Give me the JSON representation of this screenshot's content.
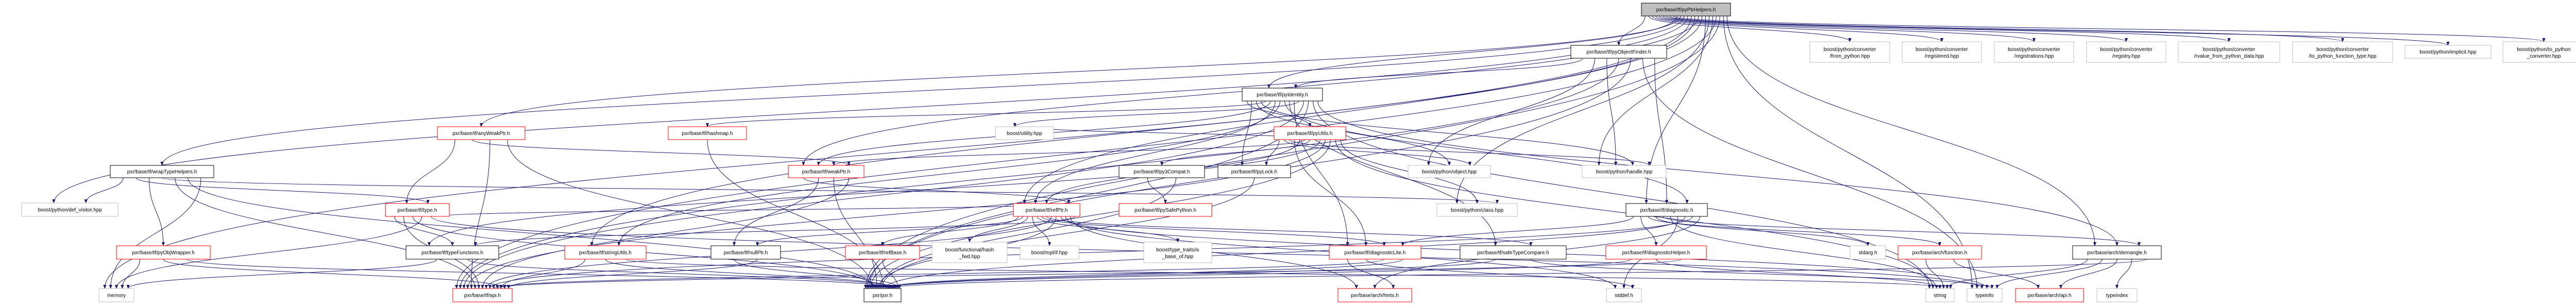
{
  "title": "pxr/base/tf/pyPtrHelpers.h",
  "colors": {
    "edge": "#191970",
    "root_fill": "#bfbfbf",
    "documented_border": "#000000",
    "truncated_border": "#ff0000",
    "external_border": "#bfbfbf"
  },
  "nodes": [
    {
      "id": "root",
      "lines": [
        "pxr/base/tf/pyPtrHelpers.h"
      ],
      "style": "root"
    },
    {
      "id": "pyObjectFinder",
      "lines": [
        "pxr/base/tf/pyObjectFinder.h"
      ],
      "style": "black"
    },
    {
      "id": "cv_from",
      "lines": [
        "boost/python/converter",
        "/from_python.hpp"
      ],
      "style": "gray"
    },
    {
      "id": "cv_registered",
      "lines": [
        "boost/python/converter",
        "/registered.hpp"
      ],
      "style": "gray"
    },
    {
      "id": "cv_registrations",
      "lines": [
        "boost/python/converter",
        "/registrations.hpp"
      ],
      "style": "gray"
    },
    {
      "id": "cv_registry",
      "lines": [
        "boost/python/converter",
        "/registry.hpp"
      ],
      "style": "gray"
    },
    {
      "id": "cv_rvalue",
      "lines": [
        "boost/python/converter",
        "/rvalue_from_python_data.hpp"
      ],
      "style": "gray"
    },
    {
      "id": "cv_topyfn",
      "lines": [
        "boost/python/converter",
        "/to_python_function_type.hpp"
      ],
      "style": "gray"
    },
    {
      "id": "implicit",
      "lines": [
        "boost/python/implicit.hpp"
      ],
      "style": "gray"
    },
    {
      "id": "to_python_converter",
      "lines": [
        "boost/python/to_python",
        "_converter.hpp"
      ],
      "style": "gray"
    },
    {
      "id": "pyIdentity",
      "lines": [
        "pxr/base/tf/pyIdentity.h"
      ],
      "style": "black"
    },
    {
      "id": "anyWeakPtr",
      "lines": [
        "pxr/base/tf/anyWeakPtr.h"
      ],
      "style": "red"
    },
    {
      "id": "hashmap",
      "lines": [
        "pxr/base/tf/hashmap.h"
      ],
      "style": "red"
    },
    {
      "id": "utility",
      "lines": [
        "boost/utility.hpp"
      ],
      "style": "gray"
    },
    {
      "id": "pyUtils",
      "lines": [
        "pxr/base/tf/pyUtils.h"
      ],
      "style": "red"
    },
    {
      "id": "wrapTypeHelpers",
      "lines": [
        "pxr/base/tf/wrapTypeHelpers.h"
      ],
      "style": "black"
    },
    {
      "id": "weakPtr",
      "lines": [
        "pxr/base/tf/weakPtr.h"
      ],
      "style": "red"
    },
    {
      "id": "py3Compat",
      "lines": [
        "pxr/base/tf/py3Compat.h"
      ],
      "style": "black"
    },
    {
      "id": "pyLock",
      "lines": [
        "pxr/base/tf/pyLock.h"
      ],
      "style": "black"
    },
    {
      "id": "object",
      "lines": [
        "boost/python/object.hpp"
      ],
      "style": "gray"
    },
    {
      "id": "handle",
      "lines": [
        "boost/python/handle.hpp"
      ],
      "style": "gray"
    },
    {
      "id": "def_visitor",
      "lines": [
        "boost/python/def_visitor.hpp"
      ],
      "style": "gray"
    },
    {
      "id": "type",
      "lines": [
        "pxr/base/tf/type.h"
      ],
      "style": "red"
    },
    {
      "id": "refPtr",
      "lines": [
        "pxr/base/tf/refPtr.h"
      ],
      "style": "red"
    },
    {
      "id": "pySafePython",
      "lines": [
        "pxr/base/tf/pySafePython.h"
      ],
      "style": "red"
    },
    {
      "id": "class",
      "lines": [
        "boost/python/class.hpp"
      ],
      "style": "gray"
    },
    {
      "id": "diagnostic",
      "lines": [
        "pxr/base/tf/diagnostic.h"
      ],
      "style": "black"
    },
    {
      "id": "pyObjWrapper",
      "lines": [
        "pxr/base/tf/pyObjWrapper.h"
      ],
      "style": "red"
    },
    {
      "id": "typeFunctions",
      "lines": [
        "pxr/base/tf/typeFunctions.h"
      ],
      "style": "black"
    },
    {
      "id": "stringUtils",
      "lines": [
        "pxr/base/tf/stringUtils.h"
      ],
      "style": "red"
    },
    {
      "id": "nullPtr",
      "lines": [
        "pxr/base/tf/nullPtr.h"
      ],
      "style": "black"
    },
    {
      "id": "refBase",
      "lines": [
        "pxr/base/tf/refBase.h"
      ],
      "style": "red"
    },
    {
      "id": "hash_fwd",
      "lines": [
        "boost/functional/hash",
        "_fwd.hpp"
      ],
      "style": "gray"
    },
    {
      "id": "mpl_if",
      "lines": [
        "boost/mpl/if.hpp"
      ],
      "style": "gray"
    },
    {
      "id": "is_base_of",
      "lines": [
        "boost/type_traits/is",
        "_base_of.hpp"
      ],
      "style": "gray"
    },
    {
      "id": "diagnosticLite",
      "lines": [
        "pxr/base/tf/diagnosticLite.h"
      ],
      "style": "red"
    },
    {
      "id": "safeTypeCompare",
      "lines": [
        "pxr/base/tf/safeTypeCompare.h"
      ],
      "style": "black"
    },
    {
      "id": "diagnosticHelper",
      "lines": [
        "pxr/base/tf/diagnosticHelper.h"
      ],
      "style": "red"
    },
    {
      "id": "stdarg",
      "lines": [
        "stdarg.h"
      ],
      "style": "gray"
    },
    {
      "id": "function",
      "lines": [
        "pxr/base/arch/function.h"
      ],
      "style": "red"
    },
    {
      "id": "demangle",
      "lines": [
        "pxr/base/arch/demangle.h"
      ],
      "style": "black"
    },
    {
      "id": "memory",
      "lines": [
        "memory"
      ],
      "style": "gray"
    },
    {
      "id": "tf_api",
      "lines": [
        "pxr/base/tf/api.h"
      ],
      "style": "red"
    },
    {
      "id": "pxr",
      "lines": [
        "pxr/pxr.h"
      ],
      "style": "black"
    },
    {
      "id": "hints",
      "lines": [
        "pxr/base/arch/hints.h"
      ],
      "style": "red"
    },
    {
      "id": "stddef",
      "lines": [
        "stddef.h"
      ],
      "style": "gray"
    },
    {
      "id": "string",
      "lines": [
        "string"
      ],
      "style": "gray"
    },
    {
      "id": "typeinfo",
      "lines": [
        "typeinfo"
      ],
      "style": "gray"
    },
    {
      "id": "arch_api",
      "lines": [
        "pxr/base/arch/api.h"
      ],
      "style": "red"
    },
    {
      "id": "typeindex",
      "lines": [
        "typeindex"
      ],
      "style": "gray"
    }
  ],
  "edges": [
    [
      "root",
      "pyObjectFinder"
    ],
    [
      "root",
      "cv_from"
    ],
    [
      "root",
      "cv_registered"
    ],
    [
      "root",
      "cv_registrations"
    ],
    [
      "root",
      "cv_registry"
    ],
    [
      "root",
      "cv_rvalue"
    ],
    [
      "root",
      "cv_topyfn"
    ],
    [
      "root",
      "implicit"
    ],
    [
      "root",
      "to_python_converter"
    ],
    [
      "root",
      "pyIdentity"
    ],
    [
      "root",
      "anyWeakPtr"
    ],
    [
      "root",
      "wrapTypeHelpers"
    ],
    [
      "root",
      "def_visitor"
    ],
    [
      "root",
      "memory"
    ],
    [
      "root",
      "refPtr"
    ],
    [
      "root",
      "weakPtr"
    ],
    [
      "root",
      "stringUtils"
    ],
    [
      "root",
      "diagnostic"
    ],
    [
      "root",
      "class"
    ],
    [
      "root",
      "handle"
    ],
    [
      "root",
      "tf_api"
    ],
    [
      "root",
      "pxr"
    ],
    [
      "root",
      "typeinfo"
    ],
    [
      "root",
      "demangle"
    ],
    [
      "pyObjectFinder",
      "pyIdentity"
    ],
    [
      "pyObjectFinder",
      "object"
    ],
    [
      "pyObjectFinder",
      "handle"
    ],
    [
      "pyObjectFinder",
      "tf_api"
    ],
    [
      "pyObjectFinder",
      "pxr"
    ],
    [
      "pyObjectFinder",
      "typeinfo"
    ],
    [
      "pyObjectFinder",
      "diagnostic"
    ],
    [
      "pyIdentity",
      "pyUtils"
    ],
    [
      "pyIdentity",
      "pyLock"
    ],
    [
      "pyIdentity",
      "object"
    ],
    [
      "pyIdentity",
      "handle"
    ],
    [
      "pyIdentity",
      "hashmap"
    ],
    [
      "pyIdentity",
      "weakPtr"
    ],
    [
      "pyIdentity",
      "refPtr"
    ],
    [
      "pyIdentity",
      "stringUtils"
    ],
    [
      "pyIdentity",
      "diagnostic"
    ],
    [
      "pyIdentity",
      "safeTypeCompare"
    ],
    [
      "pyIdentity",
      "diagnosticLite"
    ],
    [
      "pyIdentity",
      "utility"
    ],
    [
      "pyIdentity",
      "tf_api"
    ],
    [
      "pyIdentity",
      "pxr"
    ],
    [
      "pyIdentity",
      "string"
    ],
    [
      "pyIdentity",
      "demangle"
    ],
    [
      "pyUtils",
      "pyLock"
    ],
    [
      "pyUtils",
      "object"
    ],
    [
      "pyUtils",
      "handle"
    ],
    [
      "pyUtils",
      "diagnosticLite"
    ],
    [
      "pyUtils",
      "refPtr"
    ],
    [
      "pyUtils",
      "weakPtr"
    ],
    [
      "pyUtils",
      "py3Compat"
    ],
    [
      "pyUtils",
      "utility"
    ],
    [
      "pyUtils",
      "typeFunctions"
    ],
    [
      "pyUtils",
      "tf_api"
    ],
    [
      "pyUtils",
      "pxr"
    ],
    [
      "pyUtils",
      "string"
    ],
    [
      "pyUtils",
      "class"
    ],
    [
      "anyWeakPtr",
      "type"
    ],
    [
      "anyWeakPtr",
      "weakPtr"
    ],
    [
      "anyWeakPtr",
      "tf_api"
    ],
    [
      "anyWeakPtr",
      "pxr"
    ],
    [
      "wrapTypeHelpers",
      "def_visitor"
    ],
    [
      "wrapTypeHelpers",
      "type"
    ],
    [
      "wrapTypeHelpers",
      "pyObjWrapper"
    ],
    [
      "wrapTypeHelpers",
      "class"
    ],
    [
      "wrapTypeHelpers",
      "tf_api"
    ],
    [
      "wrapTypeHelpers",
      "pxr"
    ],
    [
      "wrapTypeHelpers",
      "memory"
    ],
    [
      "type",
      "typeFunctions"
    ],
    [
      "type",
      "tf_api"
    ],
    [
      "type",
      "pxr"
    ],
    [
      "type",
      "memory"
    ],
    [
      "type",
      "typeinfo"
    ],
    [
      "type",
      "refPtr"
    ],
    [
      "weakPtr",
      "refPtr"
    ],
    [
      "weakPtr",
      "nullPtr"
    ],
    [
      "weakPtr",
      "pxr"
    ],
    [
      "weakPtr",
      "tf_api"
    ],
    [
      "refPtr",
      "refBase"
    ],
    [
      "refPtr",
      "nullPtr"
    ],
    [
      "refPtr",
      "hash_fwd"
    ],
    [
      "refPtr",
      "mpl_if"
    ],
    [
      "refPtr",
      "is_base_of"
    ],
    [
      "refPtr",
      "diagnosticLite"
    ],
    [
      "refPtr",
      "safeTypeCompare"
    ],
    [
      "refPtr",
      "tf_api"
    ],
    [
      "refPtr",
      "pxr"
    ],
    [
      "refPtr",
      "typeinfo"
    ],
    [
      "refPtr",
      "stddef"
    ],
    [
      "refPtr",
      "hints"
    ],
    [
      "refPtr",
      "typeFunctions"
    ],
    [
      "py3Compat",
      "pySafePython"
    ],
    [
      "py3Compat",
      "pxr"
    ],
    [
      "pyLock",
      "pxr"
    ],
    [
      "hashmap",
      "pxr"
    ],
    [
      "diagnostic",
      "diagnosticLite"
    ],
    [
      "diagnostic",
      "diagnosticHelper"
    ],
    [
      "diagnostic",
      "function"
    ],
    [
      "diagnostic",
      "stdarg"
    ],
    [
      "diagnostic",
      "demangle"
    ],
    [
      "diagnostic",
      "string"
    ],
    [
      "diagnostic",
      "stddef"
    ],
    [
      "diagnostic",
      "pxr"
    ],
    [
      "diagnostic",
      "tf_api"
    ],
    [
      "diagnostic",
      "hints"
    ],
    [
      "diagnosticLite",
      "hints"
    ],
    [
      "diagnosticLite",
      "stddef"
    ],
    [
      "diagnosticLite",
      "tf_api"
    ],
    [
      "diagnosticLite",
      "pxr"
    ],
    [
      "diagnosticHelper",
      "pxr"
    ],
    [
      "diagnosticHelper",
      "string"
    ],
    [
      "diagnosticHelper",
      "tf_api"
    ],
    [
      "safeTypeCompare",
      "pxr"
    ],
    [
      "safeTypeCompare",
      "typeinfo"
    ],
    [
      "function",
      "string"
    ],
    [
      "function",
      "arch_api"
    ],
    [
      "demangle",
      "string"
    ],
    [
      "demangle",
      "typeinfo"
    ],
    [
      "demangle",
      "arch_api"
    ],
    [
      "demangle",
      "typeindex"
    ],
    [
      "demangle",
      "pxr"
    ],
    [
      "stringUtils",
      "tf_api"
    ],
    [
      "stringUtils",
      "pxr"
    ],
    [
      "stringUtils",
      "string"
    ],
    [
      "pyObjWrapper",
      "memory"
    ],
    [
      "pyObjWrapper",
      "tf_api"
    ],
    [
      "pyObjWrapper",
      "pxr"
    ],
    [
      "typeFunctions",
      "memory"
    ],
    [
      "typeFunctions",
      "pxr"
    ],
    [
      "refBase",
      "pxr"
    ],
    [
      "nullPtr",
      "pxr"
    ],
    [
      "nullPtr",
      "tf_api"
    ]
  ]
}
